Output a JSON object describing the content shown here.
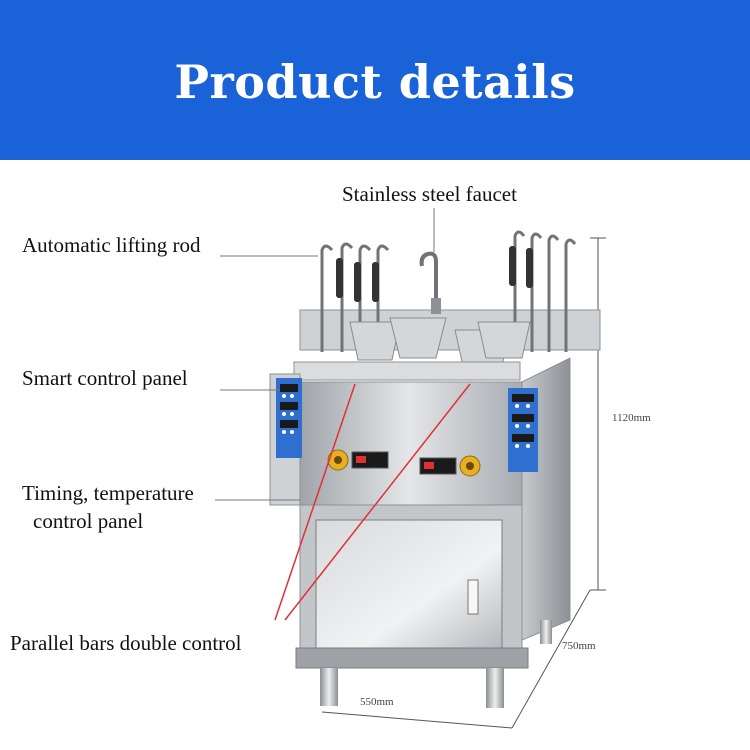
{
  "header": {
    "title": "Product details",
    "color": "#1a62d8"
  },
  "labels": {
    "faucet": "Stainless steel faucet",
    "lifting_rod": "Automatic lifting rod",
    "smart_panel": "Smart control panel",
    "timing_line1": "Timing, temperature",
    "timing_line2": "control panel",
    "parallel": "Parallel bars double control"
  },
  "dimensions": {
    "height": "1120mm",
    "depth": "750mm",
    "width": "550mm"
  },
  "colors": {
    "steel": "#b9bcc0",
    "control_panel": "#2f6fd0",
    "callout_line": "#e0303a"
  }
}
